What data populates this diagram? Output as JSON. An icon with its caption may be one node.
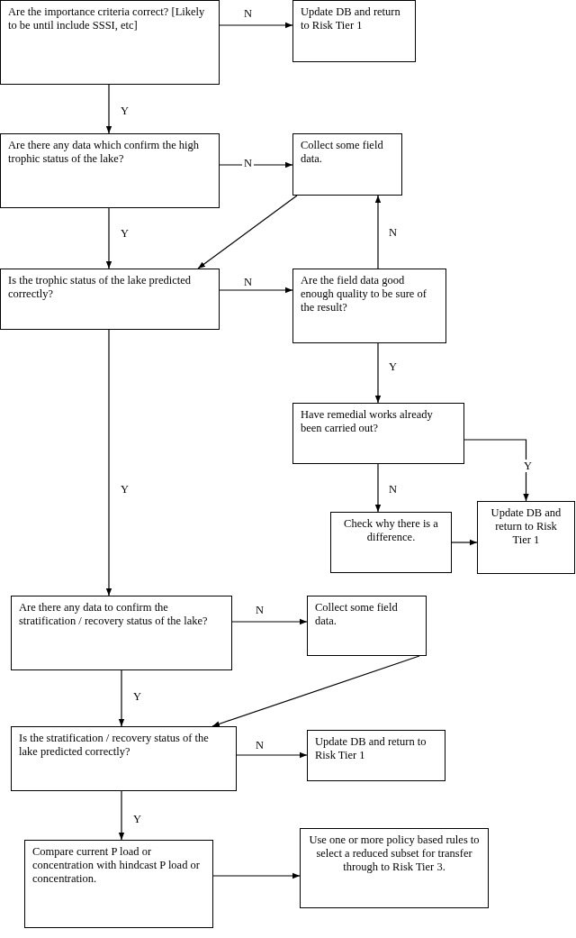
{
  "diagram": {
    "nodes": [
      {
        "text": [
          "Are the importance criteria correct? [Likely to be until include SSSI, etc]"
        ]
      },
      {
        "text": [
          "Update DB and return to Risk Tier 1"
        ]
      },
      {
        "text": [
          "Are there any data which confirm the high trophic status of the lake?"
        ]
      },
      {
        "text": [
          "Collect some field data."
        ]
      },
      {
        "text": [
          "Is the trophic status of the lake predicted correctly?"
        ]
      },
      {
        "text": [
          "Are the field data good enough quality to be sure of the result?"
        ]
      },
      {
        "text": [
          "Have remedial works already been carried out?"
        ]
      },
      {
        "text": [
          "Check why there is a difference."
        ]
      },
      {
        "text": [
          "Update DB and return to Risk Tier 1"
        ]
      },
      {
        "text": [
          "Are there any data to confirm the stratification / recovery status of the lake?"
        ]
      },
      {
        "text": [
          "Collect some field data."
        ]
      },
      {
        "text": [
          "Is the stratification / recovery status of the lake predicted correctly?"
        ]
      },
      {
        "text": [
          "Update DB and return to Risk Tier 1"
        ]
      },
      {
        "text": [
          "Compare current P load  or concentration with hindcast P load or concentration."
        ]
      },
      {
        "text": [
          "Use one or more policy based rules to select a reduced subset for transfer through to Risk Tier 3."
        ]
      }
    ],
    "edges": [
      {
        "from": 0,
        "to": 1,
        "arrow": "to",
        "label": "N"
      },
      {
        "from": 0,
        "to": 2,
        "arrow": "to",
        "label": "Y"
      },
      {
        "from": 2,
        "to": 3,
        "arrow": "to",
        "label": "N"
      },
      {
        "from": 2,
        "to": 4,
        "arrow": "to",
        "label": "Y"
      },
      {
        "from": 3,
        "to": 4,
        "arrow": "to"
      },
      {
        "from": 4,
        "to": 5,
        "arrow": "to",
        "label": "N"
      },
      {
        "from": 5,
        "to": 3,
        "arrow": "to",
        "label": "N"
      },
      {
        "from": 5,
        "to": 6,
        "arrow": "to",
        "label": "Y"
      },
      {
        "from": 4,
        "to": 9,
        "arrow": "to",
        "label": "Y"
      },
      {
        "from": 6,
        "to": 7,
        "arrow": "to",
        "label": "N"
      },
      {
        "from": 6,
        "to": 8,
        "arrow": "to",
        "label": "Y"
      },
      {
        "from": 7,
        "to": 8,
        "arrow": "to"
      },
      {
        "from": 9,
        "to": 10,
        "arrow": "to",
        "label": "N"
      },
      {
        "from": 9,
        "to": 11,
        "arrow": "to",
        "label": "Y"
      },
      {
        "from": 10,
        "to": 11,
        "arrow": "to"
      },
      {
        "from": 11,
        "to": 12,
        "arrow": "to",
        "label": "N"
      },
      {
        "from": 11,
        "to": 13,
        "arrow": "to",
        "label": "Y"
      },
      {
        "from": 13,
        "to": 14,
        "arrow": "to"
      }
    ]
  }
}
